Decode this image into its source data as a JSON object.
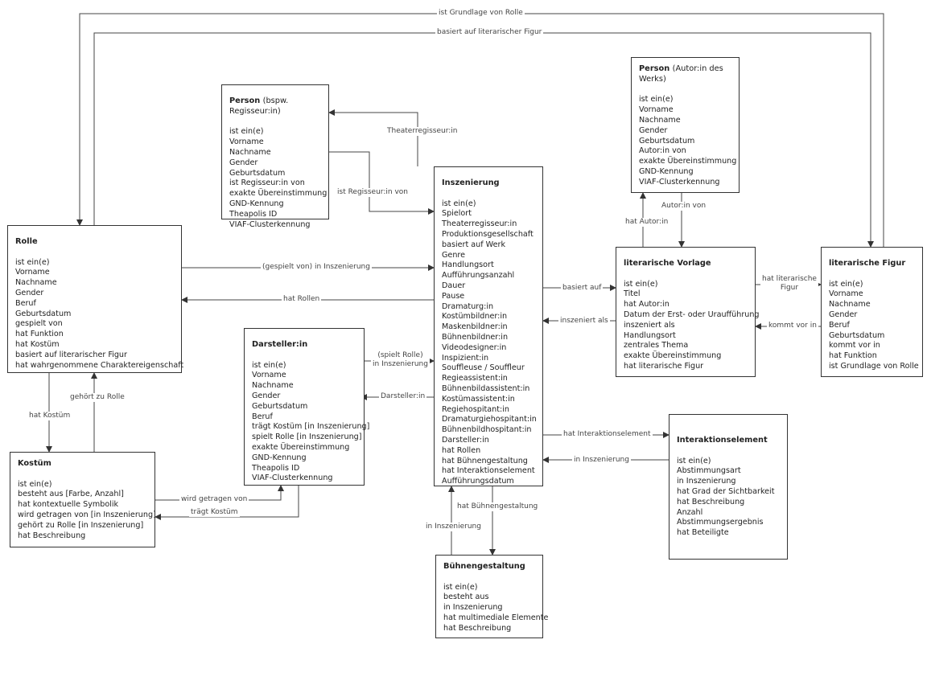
{
  "boxes": {
    "person_regie": {
      "title": "Person",
      "subtitle": "(bspw. Regisseur:in)",
      "attrs": [
        "ist ein(e)",
        "Vorname",
        "Nachname",
        "Gender",
        "Geburtsdatum",
        "ist Regisseur:in von",
        "exakte Übereinstimmung",
        "GND-Kennung",
        "Theapolis ID",
        "VIAF-Clusterkennung"
      ]
    },
    "person_autor": {
      "title": "Person",
      "subtitle": "(Autor:in des Werks)",
      "attrs": [
        "ist ein(e)",
        "Vorname",
        "Nachname",
        "Gender",
        "Geburtsdatum",
        "Autor:in von",
        "exakte Übereinstimmung",
        "GND-Kennung",
        "VIAF-Clusterkennung"
      ]
    },
    "rolle": {
      "title": "Rolle",
      "attrs": [
        "ist ein(e)",
        "Vorname",
        "Nachname",
        "Gender",
        "Beruf",
        "Geburtsdatum",
        "gespielt von",
        "hat Funktion",
        "hat Kostüm",
        "basiert auf literarischer Figur",
        "hat wahrgenommene Charaktereigenschaft"
      ]
    },
    "inszenierung": {
      "title": "Inszenierung",
      "attrs": [
        "ist ein(e)",
        "Spielort",
        "Theaterregisseur:in",
        "Produktionsgesellschaft",
        "basiert auf Werk",
        "Genre",
        "Handlungsort",
        "Aufführungsanzahl",
        "Dauer",
        "Pause",
        "Dramaturg:in",
        "Kostümbildner:in",
        "Maskenbildner:in",
        "Bühnenbildner:in",
        "Videodesigner:in",
        "Inspizient:in",
        "Souffleuse / Souffleur",
        "Regieassistent:in",
        "Bühnenbildassistent:in",
        "Kostümassistent:in",
        "Regiehospitant:in",
        "Dramaturgiehospitant:in",
        "Bühnenbildhospitant:in",
        "Darsteller:in",
        "hat Rollen",
        "hat Bühnengestaltung",
        "hat Interaktionselement",
        "Aufführungsdatum"
      ]
    },
    "vorlage": {
      "title": "literarische Vorlage",
      "attrs": [
        "ist ein(e)",
        "Titel",
        "hat Autor:in",
        "Datum der Erst- oder Uraufführung",
        "inszeniert als",
        "Handlungsort",
        "zentrales Thema",
        "exakte Übereinstimmung",
        "hat literarische Figur"
      ]
    },
    "figur": {
      "title": "literarische Figur",
      "attrs": [
        "ist ein(e)",
        "Vorname",
        "Nachname",
        "Gender",
        "Beruf",
        "Geburtsdatum",
        "kommt vor in",
        "hat Funktion",
        "ist Grundlage von Rolle"
      ]
    },
    "darsteller": {
      "title": "Darsteller:in",
      "attrs": [
        "ist ein(e)",
        "Vorname",
        "Nachname",
        "Gender",
        "Geburtsdatum",
        "Beruf",
        "trägt Kostüm [in Inszenierung]",
        "spielt Rolle [in Inszenierung]",
        "exakte Übereinstimmung",
        "GND-Kennung",
        "Theapolis ID",
        "VIAF-Clusterkennung"
      ]
    },
    "kostuem": {
      "title": "Kostüm",
      "attrs": [
        "ist ein(e)",
        "besteht aus [Farbe, Anzahl]",
        "hat kontextuelle Symbolik",
        "wird getragen von [in Inszenierung]",
        "gehört zu Rolle [in Inszenierung]",
        "hat Beschreibung"
      ]
    },
    "interaktion": {
      "title": "Interaktionselement",
      "attrs": [
        "ist ein(e)",
        "Abstimmungsart",
        "in Inszenierung",
        "hat Grad der Sichtbarkeit",
        "hat Beschreibung",
        "Anzahl",
        "Abstimmungsergebnis",
        "hat Beteiligte"
      ]
    },
    "buehne": {
      "title": "Bühnengestaltung",
      "attrs": [
        "ist ein(e)",
        "besteht aus",
        "in Inszenierung",
        "hat multimediale Elemente",
        "hat Beschreibung"
      ]
    }
  },
  "edges": {
    "grundlage_rolle": "ist Grundlage von Rolle",
    "basiert_figur": "basiert auf literarischer Figur",
    "theaterregisseur": "Theaterregisseur:in",
    "regisseur_von": "ist Regisseur:in von",
    "gespielt_in": "(gespielt von) in Inszenierung",
    "hat_rollen": "hat Rollen",
    "spielt_rolle": "(spielt Rolle)\nin Inszenierung",
    "darsteller": "Darsteller:in",
    "basiert_auf": "basiert auf",
    "inszeniert_als": "inszeniert als",
    "hat_autor": "hat Autor:in",
    "autor_von": "Autor:in von",
    "hat_lit_figur": "hat literarische\nFigur",
    "kommt_vor": "kommt vor in",
    "hat_kostuem": "hat Kostüm",
    "gehoert_rolle": "gehört zu Rolle",
    "wird_getragen": "wird getragen von",
    "traegt_kostuem": "trägt Kostüm",
    "hat_interaktion": "hat Interaktionselement",
    "in_insz_inter": "in Inszenierung",
    "hat_buehne": "hat Bühnengestaltung",
    "in_insz_buehne": "in Inszenierung"
  }
}
